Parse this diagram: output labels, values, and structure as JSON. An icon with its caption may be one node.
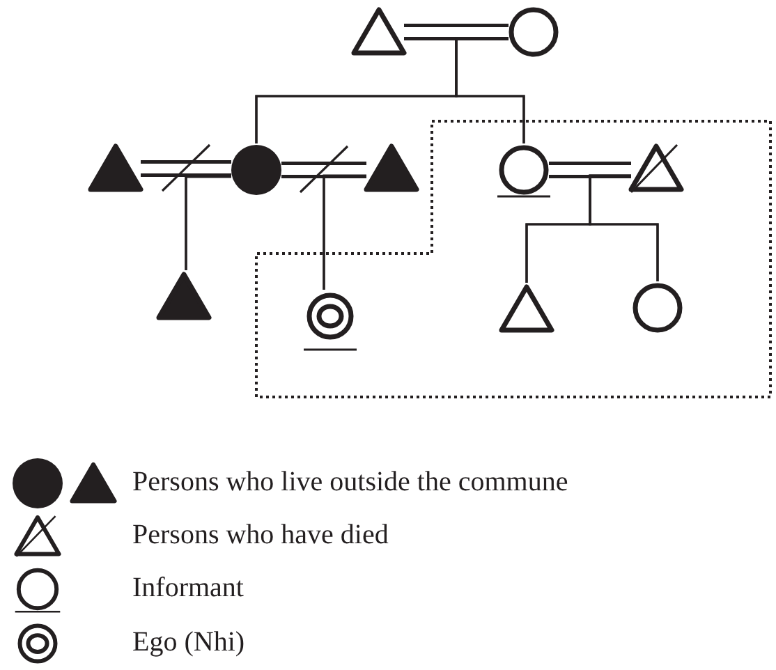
{
  "diagram": {
    "nodes": [
      {
        "text": [],
        "shape": "triangle"
      },
      {
        "text": [],
        "shape": "circle"
      },
      {
        "text": [],
        "shape": "filled-triangle"
      },
      {
        "text": [],
        "shape": "filled-circle"
      },
      {
        "text": [],
        "shape": "filled-triangle"
      },
      {
        "text": [],
        "shape": "underlined-circle"
      },
      {
        "text": [],
        "shape": "crossed-triangle"
      },
      {
        "text": [],
        "shape": "filled-triangle"
      },
      {
        "text": [],
        "shape": "double-circle"
      },
      {
        "text": [],
        "shape": "triangle"
      },
      {
        "text": [],
        "shape": "circle"
      }
    ],
    "edges": [
      {
        "from": 0,
        "to": 1,
        "arrow": "none"
      },
      {
        "from": 2,
        "to": 3,
        "arrow": "none"
      },
      {
        "from": 3,
        "to": 4,
        "arrow": "none"
      },
      {
        "from": 5,
        "to": 6,
        "arrow": "none"
      },
      {
        "from": 0,
        "to": 3,
        "arrow": "none"
      },
      {
        "from": 1,
        "to": 3,
        "arrow": "none"
      },
      {
        "from": 0,
        "to": 5,
        "arrow": "none"
      },
      {
        "from": 1,
        "to": 5,
        "arrow": "none"
      },
      {
        "from": 2,
        "to": 7,
        "arrow": "none"
      },
      {
        "from": 3,
        "to": 7,
        "arrow": "none"
      },
      {
        "from": 3,
        "to": 8,
        "arrow": "none"
      },
      {
        "from": 4,
        "to": 8,
        "arrow": "none"
      },
      {
        "from": 5,
        "to": 9,
        "arrow": "none"
      },
      {
        "from": 6,
        "to": 9,
        "arrow": "none"
      },
      {
        "from": 5,
        "to": 10,
        "arrow": "none"
      },
      {
        "from": 6,
        "to": 10,
        "arrow": "none"
      }
    ],
    "legend": [
      {
        "text": "Persons who live outside the commune"
      },
      {
        "text": "Persons who have died"
      },
      {
        "text": "Informant"
      },
      {
        "text": "Ego (Nhi)"
      }
    ]
  }
}
